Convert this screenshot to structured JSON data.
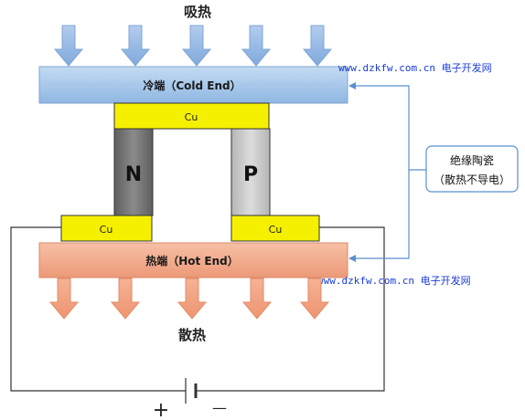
{
  "top_label": "吸热",
  "bottom_label": "散热",
  "cold_end_label": "冷端（Cold End）",
  "hot_end_label": "热端（Hot End）",
  "top_cu_label": "Cu",
  "bottom_left_cu_label": "Cu",
  "bottom_right_cu_label": "Cu",
  "n_label": "N",
  "p_label": "P",
  "ceramic_line1": "绝缘陶瓷",
  "ceramic_line2": "（散热不导电）",
  "watermark_top": "www.dzkfw.com.cn 电子开发网",
  "watermark_bottom": "www.dzkfw.com.cn 电子开发网",
  "plus_sign": "+",
  "minus_sign": "—",
  "colors": {
    "cold_plate": "#a9c8e8",
    "hot_plate": "#f0a788",
    "copper": "#f5f000",
    "n_leg": "#777777",
    "p_leg": "#c4c4c4",
    "arrow_blue": "#8fb4e0",
    "arrow_orange": "#f2a27f",
    "watermark": "#1a3bd8",
    "ceramic_arrow": "#5b8fd0"
  }
}
